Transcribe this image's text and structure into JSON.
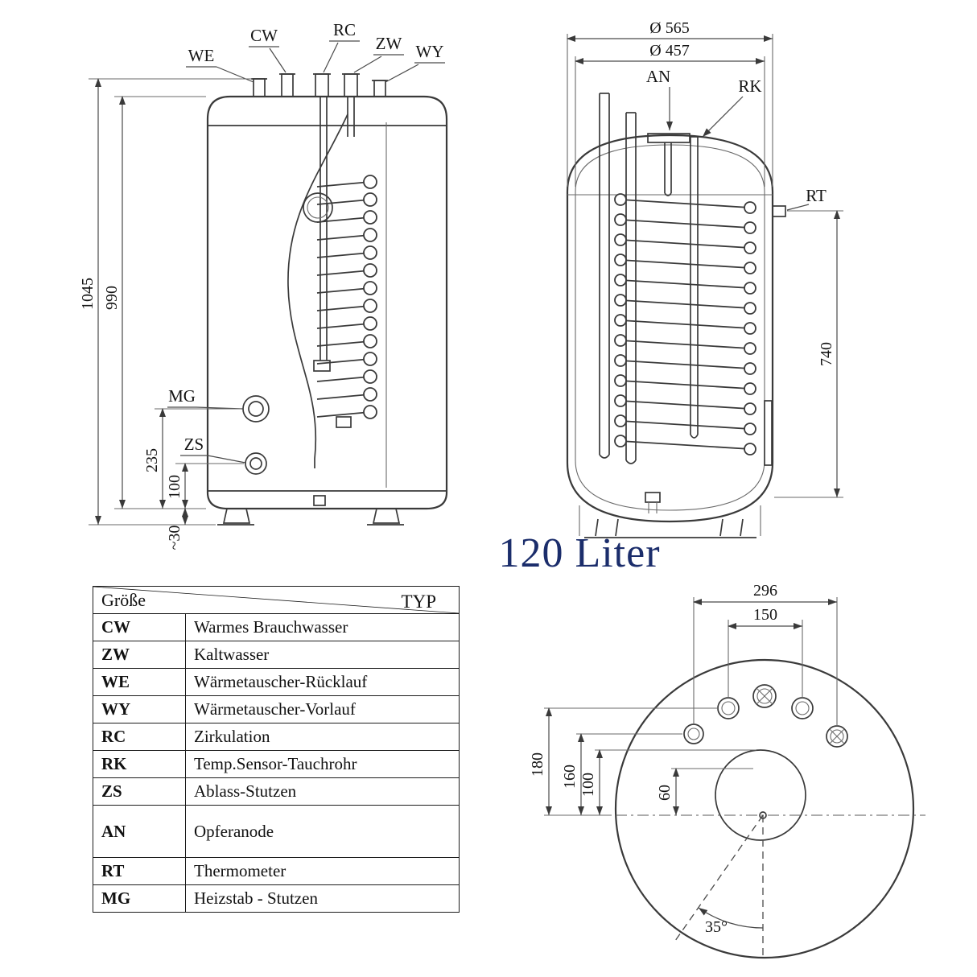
{
  "title": "120 Liter",
  "front_view": {
    "ports": {
      "we": "WE",
      "cw": "CW",
      "rc": "RC",
      "zw": "ZW",
      "wy": "WY",
      "mg": "MG",
      "zs": "ZS"
    },
    "dims": {
      "total_height": "1045",
      "body_height": "990",
      "mg_height": "235",
      "zs_height": "100",
      "foot_height": "~30"
    }
  },
  "section_view": {
    "dims": {
      "outer_diameter": "Ø 565",
      "inner_diameter": "Ø 457",
      "coil_height": "740"
    },
    "ports": {
      "an": "AN",
      "rk": "RK",
      "rt": "RT"
    }
  },
  "bottom_view": {
    "dims": {
      "outer_span": "296",
      "inner_span": "150",
      "d1": "180",
      "d2": "160",
      "d3": "100",
      "d4": "60",
      "angle": "35°"
    }
  },
  "legend": {
    "header_top": "TYP",
    "header_left": "Größe",
    "rows": [
      {
        "abbr": "CW",
        "desc": "Warmes Brauchwasser"
      },
      {
        "abbr": "ZW",
        "desc": "Kaltwasser"
      },
      {
        "abbr": "WE",
        "desc": "Wärmetauscher-Rücklauf"
      },
      {
        "abbr": "WY",
        "desc": "Wärmetauscher-Vorlauf"
      },
      {
        "abbr": "RC",
        "desc": "Zirkulation"
      },
      {
        "abbr": "RK",
        "desc": "Temp.Sensor-Tauchrohr"
      },
      {
        "abbr": "ZS",
        "desc": "Ablass-Stutzen"
      },
      {
        "abbr": "AN",
        "desc": "Opferanode"
      },
      {
        "abbr": "RT",
        "desc": "Thermometer"
      },
      {
        "abbr": "MG",
        "desc": "Heizstab - Stutzen"
      }
    ]
  }
}
